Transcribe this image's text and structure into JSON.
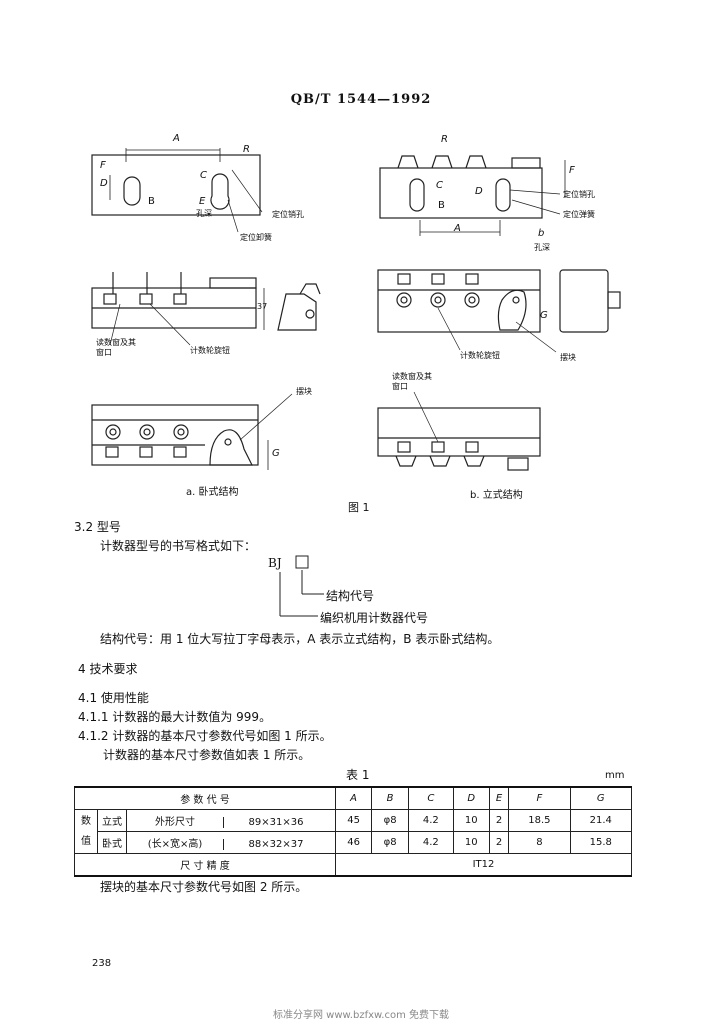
{
  "header": {
    "standard_no": "QB/T 1544—1992"
  },
  "figure": {
    "caption": "图 1",
    "dimension_letters": {
      "A": "A",
      "B": "B",
      "C": "C",
      "D": "D",
      "E": "E",
      "F": "F",
      "G": "G",
      "R": "R",
      "b": "b"
    },
    "labels": {
      "hole_depth": "孔深",
      "locating_pin_hole": "定位销孔",
      "locating_spring_washer": "定位卸簧",
      "locating_spring": "定位弹簧",
      "dim_37": "37",
      "reading_window": "读数窗及其窗口",
      "counter_knob": "计数轮旋钮",
      "pendulum_block": "摆块",
      "subcaption_a": "a. 卧式结构",
      "subcaption_b": "b. 立式结构"
    }
  },
  "section_3_2": {
    "title": "3.2  型号",
    "intro": "计数器型号的书写格式如下：",
    "code_prefix": "BJ",
    "label_structure_code": "结构代号",
    "label_counter_code": "编织机用计数器代号",
    "note": "结构代号：用 1 位大写拉丁字母表示，A 表示立式结构，B 表示卧式结构。"
  },
  "section_4": {
    "title": "4  技术要求",
    "s4_1": "4.1  使用性能",
    "s4_1_1": "4.1.1  计数器的最大计数值为 999。",
    "s4_1_2": "4.1.2  计数器的基本尺寸参数代号如图 1 所示。",
    "s4_1_2b": "计数器的基本尺寸参数值如表 1 所示。"
  },
  "table": {
    "title": "表 1",
    "unit": "mm",
    "header": {
      "param": "参  数  代  号",
      "cols": [
        "A",
        "B",
        "C",
        "D",
        "E",
        "F",
        "G"
      ]
    },
    "row_group": "数值",
    "row_group_1": "数",
    "row_group_2": "值",
    "outline_label": "外形尺寸",
    "outline_sub": "(长×宽×高)",
    "rows": [
      {
        "type": "立式",
        "size": "89×31×36",
        "values": [
          "45",
          "φ8",
          "4.2",
          "10",
          "2",
          "18.5",
          "21.4"
        ]
      },
      {
        "type": "卧式",
        "size": "88×32×37",
        "values": [
          "46",
          "φ8",
          "4.2",
          "10",
          "2",
          "8",
          "15.8"
        ]
      }
    ],
    "precision_label": "尺  寸  精  度",
    "precision_value": "IT12"
  },
  "after_table": "摆块的基本尺寸参数代号如图 2 所示。",
  "page_number": "238",
  "footer": "标准分享网 www.bzfxw.com 免费下载"
}
